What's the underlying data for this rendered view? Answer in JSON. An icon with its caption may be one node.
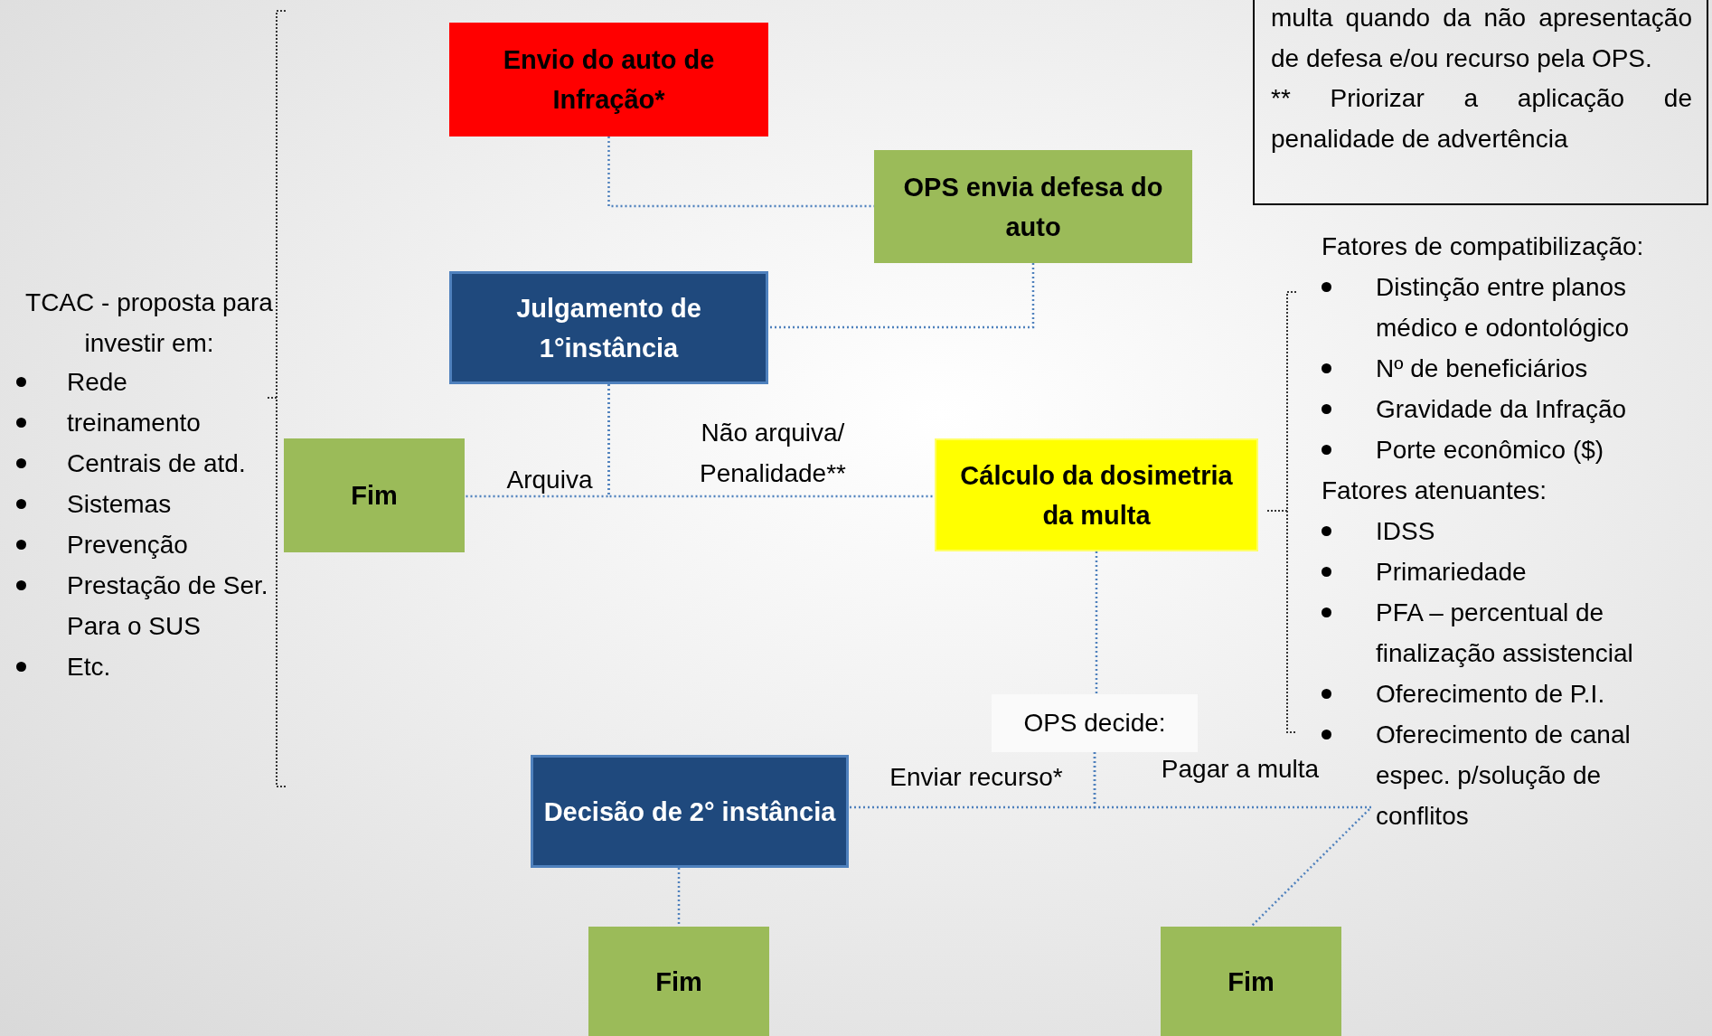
{
  "diagram": {
    "nodes": [
      {
        "text": [
          "Envio do auto de Infração*"
        ]
      },
      {
        "text": [
          "OPS envia defesa do auto"
        ]
      },
      {
        "text": [
          "Julgamento de 1°instância"
        ]
      },
      {
        "text": [
          "Fim"
        ]
      },
      {
        "text": [
          "Cálculo da dosimetria da multa"
        ]
      },
      {
        "text": [
          "OPS decide:"
        ]
      },
      {
        "text": [
          "Decisão de 2° instância"
        ]
      },
      {
        "text": [
          "Fim"
        ]
      },
      {
        "text": [
          "Fim"
        ]
      },
      {
        "text": [
          "multa quando da não apresentação de defesa e/ou recurso pela OPS.",
          "** Priorizar a aplicação de penalidade de advertência"
        ]
      }
    ],
    "edges": [
      {
        "from": 0,
        "to": 1,
        "arrow": "none"
      },
      {
        "from": 1,
        "to": 2,
        "arrow": "none"
      },
      {
        "from": 2,
        "to": 3,
        "arrow": "none",
        "label": "Arquiva"
      },
      {
        "from": 2,
        "to": 4,
        "arrow": "none",
        "label": "Não arquiva/ Penalidade**"
      },
      {
        "from": 4,
        "to": 5,
        "arrow": "none"
      },
      {
        "from": 5,
        "to": 6,
        "arrow": "none",
        "label": "Enviar recurso*"
      },
      {
        "from": 5,
        "to": 8,
        "arrow": "none",
        "label": "Pagar a multa"
      },
      {
        "from": 6,
        "to": 7,
        "arrow": "none"
      }
    ],
    "labels": [
      "TCAC - proposta para investir em:",
      "Rede",
      "treinamento",
      "Centrais de atd.",
      "Sistemas",
      "Prevenção",
      "Prestação de Ser. Para o SUS",
      "Etc.",
      "Fatores de compatibilização:",
      "Distinção entre planos médico e odontológico",
      "Nº de beneficiários",
      "Gravidade da Infração",
      "Porte econômico ($)",
      "Fatores atenuantes:",
      "IDSS",
      "Primariedade",
      "PFA – percentual de finalização assistencial",
      "Oferecimento de P.I.",
      "Oferecimento de canal espec. p/solução de conflitos"
    ]
  }
}
